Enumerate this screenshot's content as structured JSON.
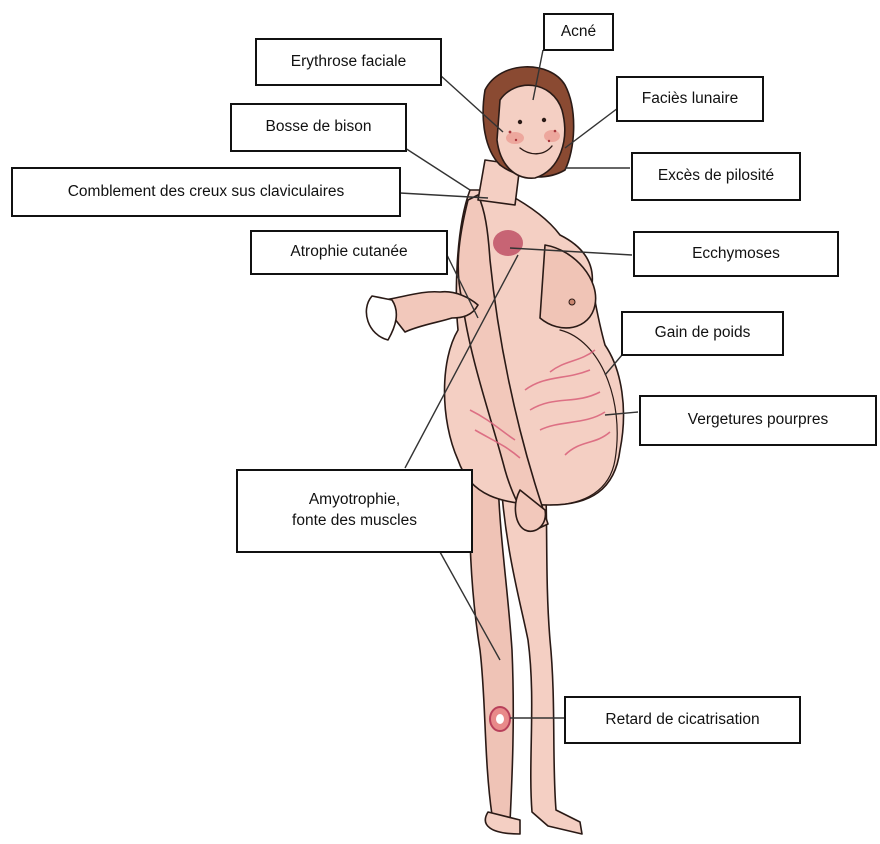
{
  "labels": {
    "acne": "Acné",
    "facial_erythrosis": "Erythrose faciale",
    "moon_face": "Faciès lunaire",
    "buffalo_hump": "Bosse de bison",
    "hirsutism": "Excès de pilosité",
    "supraclavicular_fill": "Comblement des creux sus claviculaires",
    "skin_atrophy": "Atrophie cutanée",
    "ecchymoses": "Ecchymoses",
    "weight_gain": "Gain de poids",
    "purple_striae": "Vergetures pourpres",
    "amyotrophy_line1": "Amyotrophie,",
    "amyotrophy_line2": "fonte des muscles",
    "delayed_healing": "Retard de cicatrisation"
  },
  "colors": {
    "skin": "#f4cfc3",
    "skin_shadow": "#e3a89a",
    "hair": "#8a4a32",
    "striae": "#d9607a",
    "bruise": "#b8405a",
    "outline": "#2a1a16",
    "leader_line": "#333333"
  }
}
